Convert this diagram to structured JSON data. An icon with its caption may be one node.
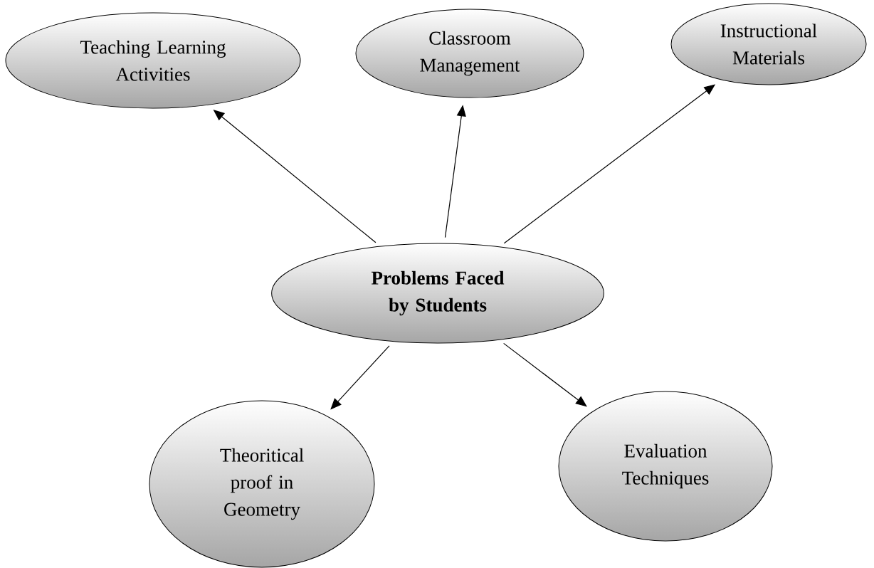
{
  "diagram": {
    "nodes": [
      {
        "text": [
          "Problems Faced by Students"
        ]
      },
      {
        "text": [
          "Teaching Learning Activities"
        ]
      },
      {
        "text": [
          "Classroom Management"
        ]
      },
      {
        "text": [
          "Instructional Materials"
        ]
      },
      {
        "text": [
          "Theoritical proof in Geometry"
        ]
      },
      {
        "text": [
          "Evaluation Techniques"
        ]
      }
    ],
    "edges": [
      {
        "from": 0,
        "to": 1,
        "arrow": "to"
      },
      {
        "from": 0,
        "to": 2,
        "arrow": "to"
      },
      {
        "from": 0,
        "to": 3,
        "arrow": "to"
      },
      {
        "from": 0,
        "to": 4,
        "arrow": "to"
      },
      {
        "from": 0,
        "to": 5,
        "arrow": "to"
      }
    ]
  }
}
